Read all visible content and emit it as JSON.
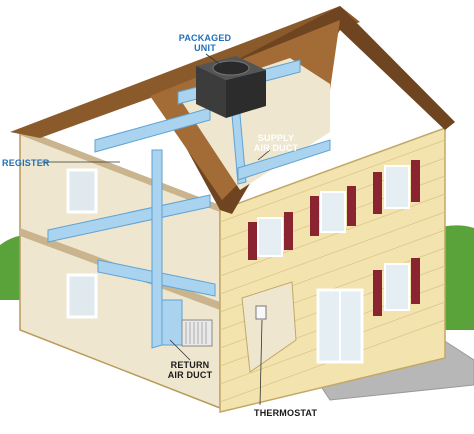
{
  "labels": {
    "packaged_unit": "PACKAGED\nUNIT",
    "supply_duct": "SUPPLY\nAIR DUCT",
    "register": "REGISTER",
    "return_duct": "RETURN\nAIR DUCT",
    "thermostat": "THERMOSTAT"
  },
  "colors": {
    "siding": "#f3e3ae",
    "siding_line": "#d9c486",
    "roof": "#8a5a2b",
    "roof_dark": "#6e4520",
    "interior_wall": "#efe6cf",
    "floor": "#c9b48e",
    "duct": "#a9d3ef",
    "duct_edge": "#5ea3d2",
    "shutter": "#8a2430",
    "unit": "#3c3c3c",
    "grass": "#5aa33a",
    "concrete": "#b7b7b7",
    "label_blue": "#1f6fb8"
  }
}
